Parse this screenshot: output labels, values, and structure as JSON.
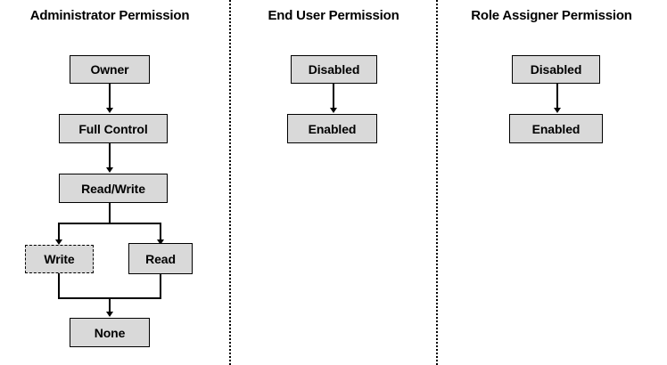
{
  "diagram": {
    "title_row": {
      "columns": [
        {
          "id": "administrator",
          "label": "Administrator Permission"
        },
        {
          "id": "end-user",
          "label": "End User Permission"
        },
        {
          "id": "role-assigner",
          "label": "Role Assigner Permission"
        }
      ]
    },
    "colors": {
      "node_fill": "#d9d9d9",
      "node_border": "#000000",
      "edge": "#000000",
      "background": "#ffffff",
      "text": "#000000"
    },
    "columns": [
      {
        "id": "administrator",
        "title": "Administrator Permission",
        "nodes": [
          {
            "id": "owner",
            "label": "Owner",
            "border_style": "solid"
          },
          {
            "id": "full-control",
            "label": "Full Control",
            "border_style": "solid"
          },
          {
            "id": "read-write",
            "label": "Read/Write",
            "border_style": "solid"
          },
          {
            "id": "write",
            "label": "Write",
            "border_style": "dashed"
          },
          {
            "id": "read",
            "label": "Read",
            "border_style": "solid"
          },
          {
            "id": "none",
            "label": "None",
            "border_style": "solid"
          }
        ],
        "edges": [
          {
            "from": "owner",
            "to": "full-control"
          },
          {
            "from": "full-control",
            "to": "read-write"
          },
          {
            "from": "read-write",
            "to": "write"
          },
          {
            "from": "read-write",
            "to": "read"
          },
          {
            "from": "write",
            "to": "none"
          },
          {
            "from": "read",
            "to": "none"
          }
        ]
      },
      {
        "id": "end-user",
        "title": "End User Permission",
        "nodes": [
          {
            "id": "eu-disabled",
            "label": "Disabled",
            "border_style": "solid"
          },
          {
            "id": "eu-enabled",
            "label": "Enabled",
            "border_style": "solid"
          }
        ],
        "edges": [
          {
            "from": "eu-disabled",
            "to": "eu-enabled"
          }
        ]
      },
      {
        "id": "role-assigner",
        "title": "Role Assigner Permission",
        "nodes": [
          {
            "id": "ra-disabled",
            "label": "Disabled",
            "border_style": "solid"
          },
          {
            "id": "ra-enabled",
            "label": "Enabled",
            "border_style": "solid"
          }
        ],
        "edges": [
          {
            "from": "ra-disabled",
            "to": "ra-enabled"
          }
        ]
      }
    ]
  }
}
